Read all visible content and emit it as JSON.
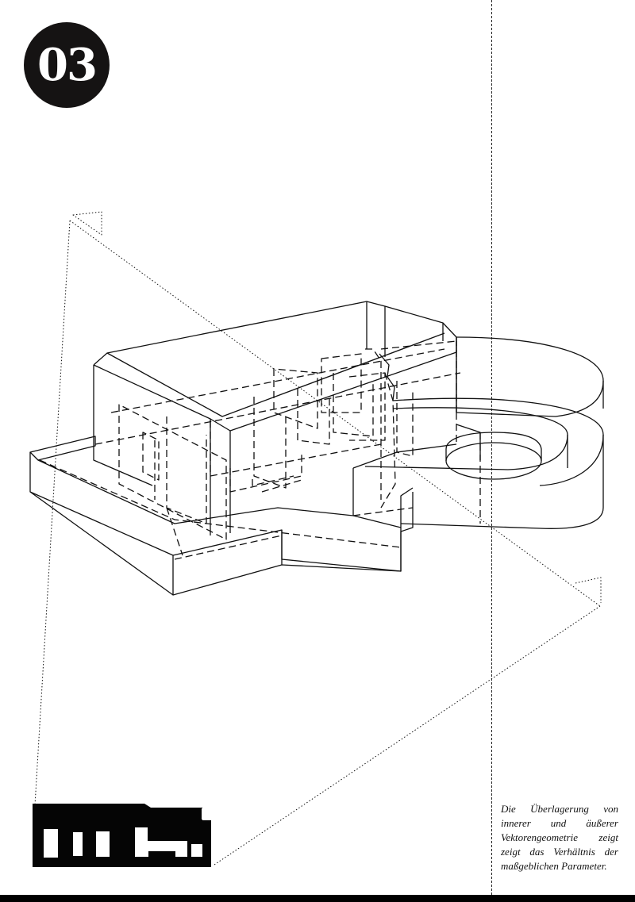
{
  "badge": {
    "number": "03"
  },
  "caption": {
    "lines": [
      "Die Überlagerung von",
      "innerer und äußerer",
      "Vektorengeometrie zeigt",
      "zeigt das Verhältnis der",
      "maßgeblichen Parameter."
    ]
  },
  "colors": {
    "ink": "#151313",
    "background": "#ffffff"
  }
}
